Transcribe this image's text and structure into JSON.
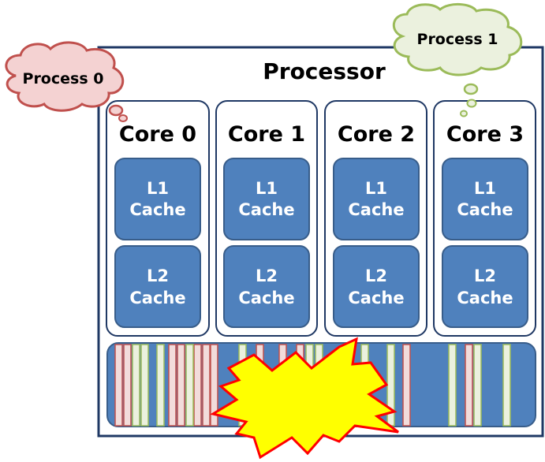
{
  "diagram": {
    "title": "Processor",
    "processes": [
      {
        "label": "Process 0",
        "fill": "#f4d2d2",
        "stroke": "#c0504d"
      },
      {
        "label": "Process 1",
        "fill": "#ebf1de",
        "stroke": "#9bbb59"
      }
    ],
    "cores": [
      {
        "label": "Core 0",
        "l1": [
          "L1",
          "Cache"
        ],
        "l2": [
          "L2",
          "Cache"
        ]
      },
      {
        "label": "Core 1",
        "l1": [
          "L1",
          "Cache"
        ],
        "l2": [
          "L2",
          "Cache"
        ]
      },
      {
        "label": "Core 2",
        "l1": [
          "L1",
          "Cache"
        ],
        "l2": [
          "L2",
          "Cache"
        ]
      },
      {
        "label": "Core 3",
        "l1": [
          "L1",
          "Cache"
        ],
        "l2": [
          "L2",
          "Cache"
        ]
      }
    ],
    "colors": {
      "processor_border": "#1f3864",
      "core_border": "#1f3864",
      "cache_fill": "#4f81bd",
      "cache_stroke": "#385d8a",
      "cache_text": "#ffffff",
      "stripe_red_fill": "#f2dcdb",
      "stripe_red_stroke": "#c0504d",
      "stripe_green_fill": "#ebf1de",
      "stripe_green_stroke": "#9bbb59",
      "burst_fill": "#ffff00",
      "burst_stroke": "#ff0000"
    }
  }
}
